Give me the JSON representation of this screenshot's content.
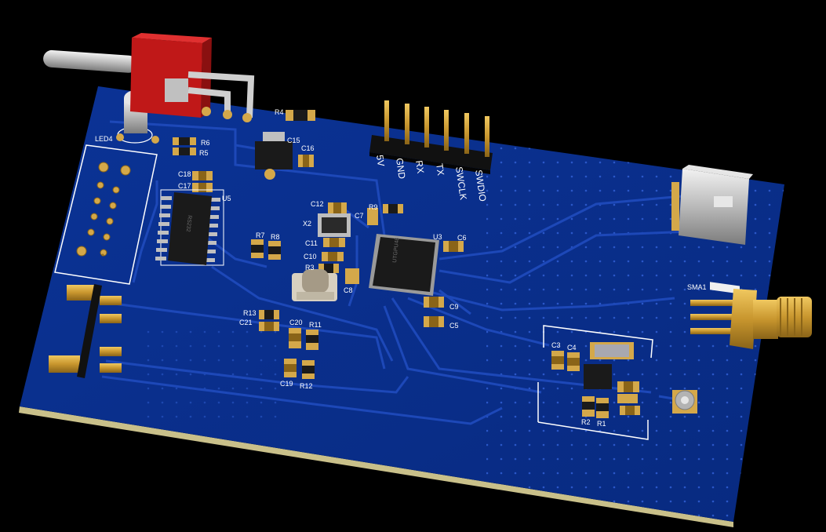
{
  "colors": {
    "board": "#0a2f8f",
    "board_edge": "#c9c08a",
    "trace": "#1d48b8",
    "silk": "#ffffff",
    "pad": "#d4a84a",
    "solder": "#b08a3a",
    "ic": "#1a1a1a",
    "switch_body": "#c01818"
  },
  "silkscreen": {
    "led4": "LED4",
    "r4": "R4",
    "r5": "R5",
    "r6": "R6",
    "c15": "C15",
    "c16": "C16",
    "c18": "C18",
    "c17": "C17",
    "u5": "U5",
    "r7": "R7",
    "r8": "R8",
    "c12": "C12",
    "x2": "X2",
    "c7": "C7",
    "r9": "R9",
    "c11": "C11",
    "c10": "C10",
    "r3": "R3",
    "c8": "C8",
    "u3": "U3",
    "c6": "C6",
    "c9": "C9",
    "c5": "C5",
    "r13": "R13",
    "c21": "C21",
    "c20": "C20",
    "r11": "R11",
    "c19": "C19",
    "r12": "R12",
    "c3": "C3",
    "c4": "C4",
    "r2": "R2",
    "r1": "R1",
    "sma1": "SMA1"
  },
  "header_pins": [
    "5V",
    "GND",
    "RX",
    "TX",
    "SWCLK",
    "SWDIO"
  ],
  "ic_marks": {
    "u5": "RS232",
    "u3": "UTGPU48"
  }
}
